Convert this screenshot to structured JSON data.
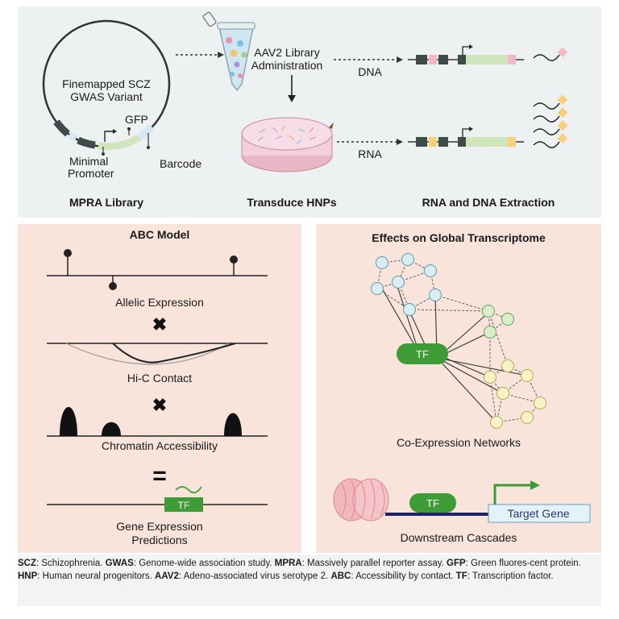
{
  "top": {
    "plasmid_variant_label_line1": "Finemapped SCZ",
    "plasmid_variant_label_line2": "GWAS Variant",
    "gfp_label": "GFP",
    "promoter_label_line1": "Minimal",
    "promoter_label_line2": "Promoter",
    "barcode_label": "Barcode",
    "aav_label_line1": "AAV2 Library",
    "aav_label_line2": "Administration",
    "dna_label": "DNA",
    "rna_label": "RNA",
    "section_titles": [
      "MPRA Library",
      "Transduce HNPs",
      "RNA and DNA Extraction"
    ]
  },
  "abc": {
    "title": "ABC Model",
    "allelic_label": "Allelic Expression",
    "times_symbol": "✖",
    "hic_label": "Hi-C Contact",
    "chromatin_label": "Chromatin Accessibility",
    "equals_symbol": "=",
    "tf_label": "TF",
    "prediction_line1": "Gene Expression",
    "prediction_line2": "Predictions"
  },
  "effects": {
    "title": "Effects on Global Transcriptome",
    "tf_label": "TF",
    "network_label": "Co-Expression Networks",
    "cascade_tf_label": "TF",
    "target_gene_label": "Target Gene",
    "cascade_label": "Downstream Cascades"
  },
  "footer": {
    "terms": [
      {
        "abbr": "SCZ",
        "def": ": Schizophrenia. "
      },
      {
        "abbr": "GWAS",
        "def": ": Genome-wide association study. "
      },
      {
        "abbr": "MPRA",
        "def": ": Massively parallel reporter assay. "
      },
      {
        "abbr": "GFP",
        "def": ": Green fluores-cent protein. "
      },
      {
        "abbr": "HNP",
        "def": ": Human neural progenitors. "
      },
      {
        "abbr": "AAV2",
        "def": ": Adeno-associated virus serotype 2. "
      },
      {
        "abbr": "ABC",
        "def": ": Accessibility by contact. "
      },
      {
        "abbr": "TF",
        "def": ": Transcription factor."
      }
    ]
  },
  "colors": {
    "gfp_green": "#cfe6bd",
    "tf_green": "#3e9b35",
    "pink": "#f3b8c4",
    "barcode_yellow": "#f8cf7a",
    "node_blue": "#d8eef2",
    "node_green": "#d9efcc",
    "node_yellow": "#f7f3c8",
    "target_gene_box": "#e3f1f8"
  }
}
